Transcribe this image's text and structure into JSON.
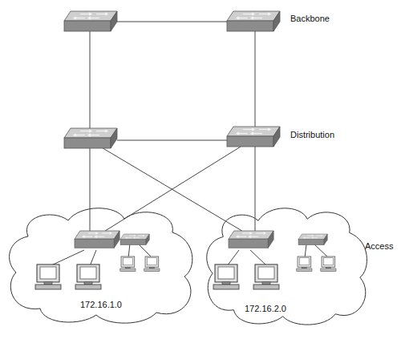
{
  "diagram": {
    "nodes": [
      {
        "text": [
          "172.16.1.0"
        ]
      },
      {
        "text": [
          "172.16.2.0"
        ]
      }
    ],
    "labels": [
      "Backbone",
      "Distribution",
      "Access"
    ]
  }
}
